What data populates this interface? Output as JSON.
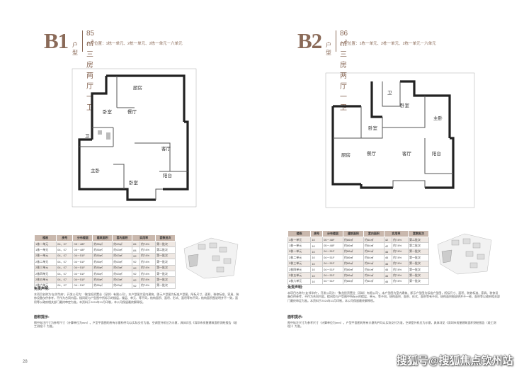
{
  "units": [
    {
      "code": "B1",
      "type_label": "户型",
      "area_title": "85 ㎡三房两厅一卫",
      "position": "户型位置：1栋一单元、2栋一单元、2栋一单元－六单元",
      "rooms": [
        "厨房",
        "卧室",
        "餐厅",
        "卫",
        "客厅",
        "主卧",
        "卧室",
        "阳台"
      ],
      "table": {
        "headers": [
          "楼栋",
          "房号",
          "分布楼层",
          "建筑面积",
          "套内面积",
          "实用率",
          "套数批次"
        ],
        "rows": [
          [
            "1栋一单元",
            "04、07",
            "05－48F",
            "约85㎡",
            "约63㎡",
            "84",
            "约74%",
            "第一批次"
          ],
          [
            "1栋一单元",
            "04、07",
            "05－48F",
            "约85㎡",
            "约63㎡",
            "84",
            "约74%",
            "第二批次"
          ],
          [
            "2栋一单元",
            "04、07",
            "04－51F",
            "约85㎡",
            "约63㎡",
            "92",
            "约74%",
            "第一批次"
          ],
          [
            "2栋二单元",
            "04、07",
            "04－51F",
            "约85㎡",
            "约63㎡",
            "92",
            "约74%",
            "第一批次"
          ],
          [
            "2栋三单元",
            "04、07",
            "04－51F",
            "约85㎡",
            "约63㎡",
            "92",
            "约74%",
            "第一批次"
          ],
          [
            "2栋四单元",
            "04、07",
            "04－51F",
            "约85㎡",
            "约63㎡",
            "92",
            "约74%",
            "第一批次"
          ],
          [
            "2栋五单元",
            "04、07",
            "04－51F",
            "约85㎡",
            "约63㎡",
            "92",
            "约74%",
            "第一批次"
          ],
          [
            "2栋六单元",
            "04、07",
            "04－51F",
            "约85㎡",
            "约63㎡",
            "92",
            "约74%",
            "第一批次"
          ]
        ]
      },
      "notice_title": "免责声明:",
      "notice_body": "本项目名称为“友邻华府”，开发公司为：“聚龙投资置业（深圳）有限公司”。本户型图为室内建筑、即示户型图为标准户型图，所标尺寸、面积、装修标准、家具、装修设备仅供参考，不作为合同内容。楼间距与户型图中所标示的楼层，楼层、单元、等不同，结构面积、面积、形式、面积等有不同，结构面积图说明并不一致，面积等以政府相关部门最终审定为准。本资料于2024年11月印制，本公司保留最终解释权。",
      "dim_title": "面积提示:",
      "dim_body": "图中标注尺寸为参考尺寸（计算单位为mm）。户型平面图的所有示意构件均以实际交付为准，空调室外机位为示意，具体详见《深圳市房屋建筑面积测绘报告（竣工测绘）》为准。"
    },
    {
      "code": "B2",
      "type_label": "户型",
      "area_title": "86 ㎡三房两厅一卫",
      "position": "户型位置：1栋一单元、2栋一单元、2栋一单元－六单元",
      "rooms": [
        "卫",
        "卧室",
        "主卧",
        "卧室",
        "厨房",
        "餐厅",
        "客厅",
        "阳台"
      ],
      "table": {
        "headers": [
          "楼栋",
          "房号",
          "分布楼层",
          "建筑面积",
          "套内面积",
          "实用率",
          "套数批次"
        ],
        "rows": [
          [
            "1栋一单元",
            "10",
            "05－48F",
            "约86㎡",
            "约64㎡",
            "42",
            "约74%",
            "第二批次"
          ],
          [
            "1栋一单元",
            "10",
            "05－48F",
            "约86㎡",
            "约64㎡",
            "42",
            "约74%",
            "第二批次"
          ],
          [
            "2栋一单元",
            "10",
            "04－51F",
            "约86㎡",
            "约64㎡",
            "46",
            "约74%",
            "第一批次"
          ],
          [
            "2栋二单元",
            "10",
            "04－51F",
            "约86㎡",
            "约64㎡",
            "46",
            "约74%",
            "第一批次"
          ],
          [
            "2栋三单元",
            "10",
            "04－51F",
            "约86㎡",
            "约64㎡",
            "46",
            "约74%",
            "第一批次"
          ],
          [
            "2栋四单元",
            "10",
            "04－51F",
            "约86㎡",
            "约64㎡",
            "46",
            "约74%",
            "第一批次"
          ],
          [
            "2栋五单元",
            "10",
            "04－51F",
            "约86㎡",
            "约64㎡",
            "46",
            "约74%",
            "第一批次"
          ],
          [
            "2栋六单元",
            "10",
            "04－51F",
            "约86㎡",
            "约64㎡",
            "46",
            "约74%",
            "第一批次"
          ]
        ]
      },
      "notice_title": "免责声明:",
      "notice_body": "本项目名称为“友邻华府”，开发公司为：“聚龙投资置业（深圳）有限公司”。本户型图为室内建筑、即示户型图为标准户型图，所标尺寸、面积、装修标准、家具、装修设备仅供参考，不作为合同内容。楼间距与户型图中所标示的楼层、单元、等不同，结构面积、面积、形式、面积等有不同，结构面积图说明并不一致，面积等以政府相关部门最终审定为准。本资料于2024年11月印制，本公司保留最终解释权。",
      "dim_title": "面积提示:",
      "dim_body": "图中标注尺寸为参考尺寸（计算单位为mm）。户型平面图的所有示意构件均以实际交付为准，空调室外机位为示意，具体详见《深圳市房屋建筑面积测绘报告（竣工测绘）》为准。"
    }
  ],
  "page_number": "28",
  "watermark": "搜狐号@搜狐焦点钦州站",
  "colors": {
    "accent": "#8a6a58",
    "table_header": "#c9b8ad",
    "wall": "#222222"
  }
}
